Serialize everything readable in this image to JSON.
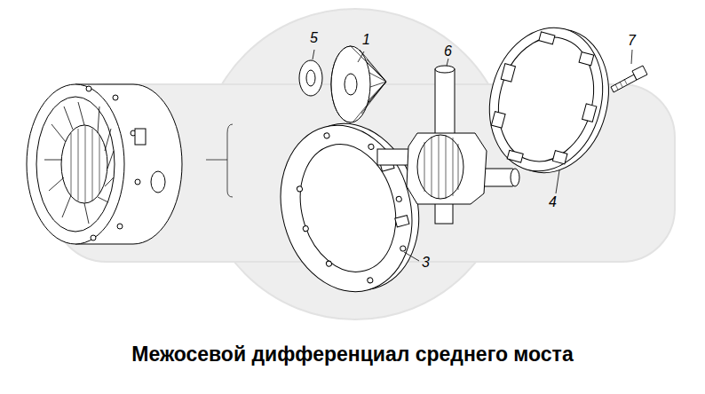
{
  "diagram": {
    "title": "Межосевой дифференциал среднего моста",
    "labels": [
      "5",
      "1",
      "6",
      "7",
      "4",
      "3"
    ]
  }
}
